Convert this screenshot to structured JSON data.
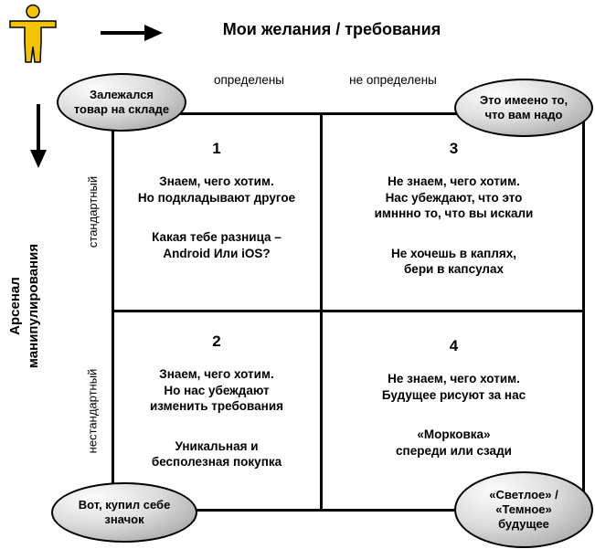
{
  "header": {
    "title": "Мои желания / требования"
  },
  "axes": {
    "left_label": "Арсенал\nманипулирования",
    "columns": [
      {
        "label": "определены"
      },
      {
        "label": "не определены"
      }
    ],
    "rows": [
      {
        "label": "стандартный"
      },
      {
        "label": "нестандартный"
      }
    ]
  },
  "quadrants": [
    {
      "number": "1",
      "statement": "Знаем, чего хотим.\nНо подкладывают другое",
      "example": "Какая тебе разница –\nAndroid Или iOS?"
    },
    {
      "number": "3",
      "statement": "Не знаем, чего хотим.\nНас убеждают, что это\nимннно то, что вы искали",
      "example": "Не хочешь в каплях,\nбери в капсулах"
    },
    {
      "number": "2",
      "statement": "Знаем, чего хотим.\nНо нас убеждают\nизменить требования",
      "example": "Уникальная и\nбесполезная покупка"
    },
    {
      "number": "4",
      "statement": "Не знаем, чего хотим.\nБудущее рисуют за нас",
      "example": "«Морковка»\nспереди или сзади"
    }
  ],
  "bubbles": {
    "top_left": "Залежался\nтовар на складе",
    "top_right": "Это имеено то,\nчто вам надо",
    "bottom_left": "Вот, купил себе\nзначок",
    "bottom_right": "«Светлое» /\n«Темное»\nбудущее"
  },
  "icons": {
    "person": "person-icon",
    "right_arrow": "right-arrow-icon",
    "down_arrow": "down-arrow-icon"
  },
  "colors": {
    "person_fill": "#F5C400",
    "line": "#000000",
    "bubble_gray": "#969696"
  }
}
